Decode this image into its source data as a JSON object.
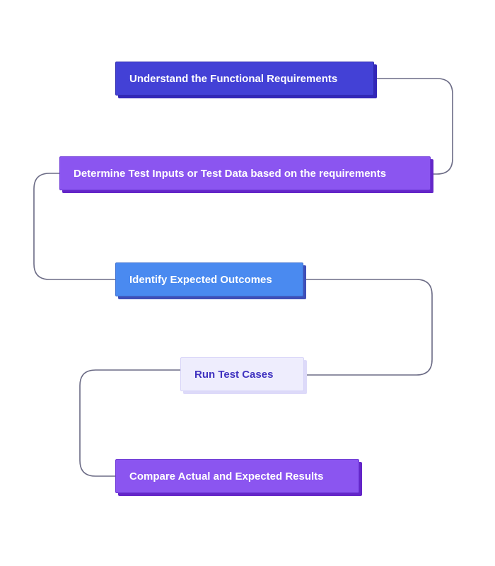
{
  "diagram": {
    "steps": [
      {
        "label": "Understand the Functional Requirements"
      },
      {
        "label": "Determine Test Inputs or Test Data based on the requirements"
      },
      {
        "label": "Identify Expected Outcomes"
      },
      {
        "label": "Run Test Cases"
      },
      {
        "label": "Compare Actual and Expected Results"
      }
    ],
    "connector_color": "#6b6b85",
    "colors": {
      "step1": "#4341d6",
      "step2": "#8b55f0",
      "step3": "#4a8af0",
      "step4": "#eeedfd",
      "step5": "#8b55f0"
    }
  }
}
